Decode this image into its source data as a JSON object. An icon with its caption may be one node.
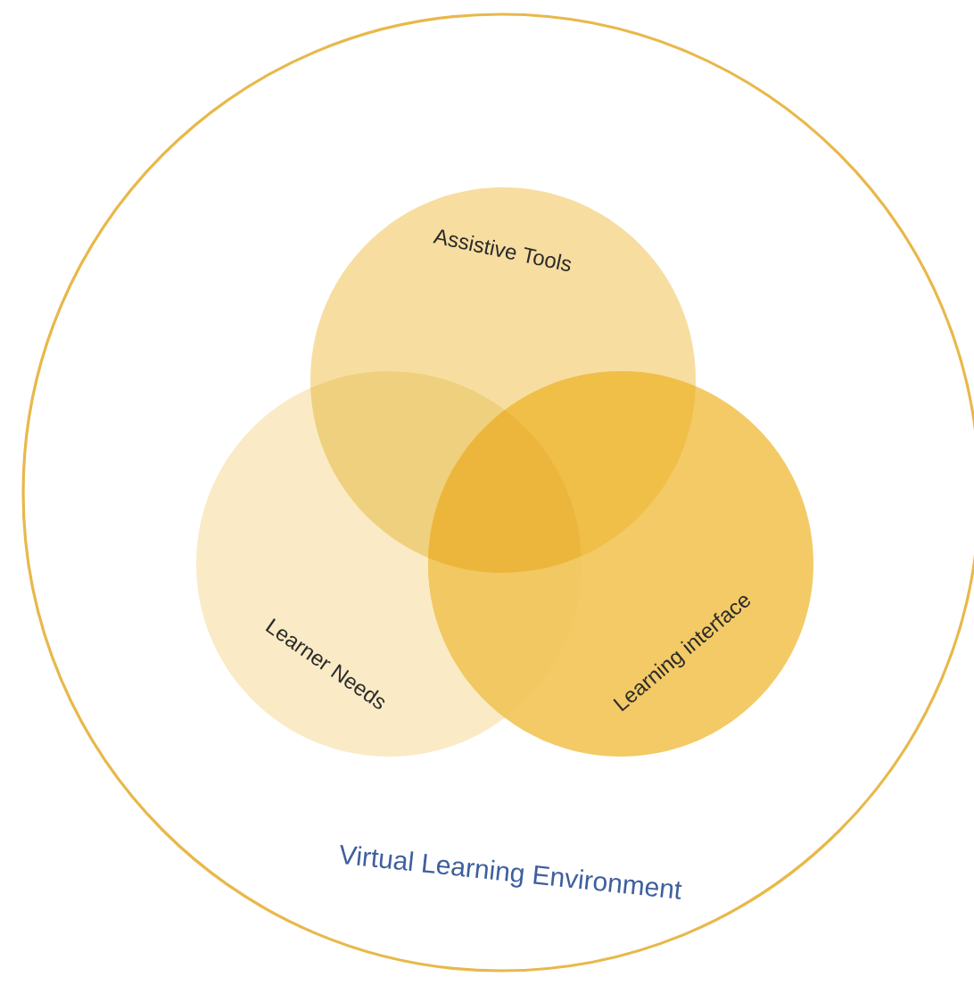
{
  "diagram": {
    "nodes": [
      {
        "text": [
          "Virtual Learning Environment"
        ]
      },
      {
        "text": [
          "Assistive Tools"
        ],
        "in": 0
      },
      {
        "text": [
          "Learner Needs"
        ],
        "in": 0
      },
      {
        "text": [
          "Learning interface"
        ],
        "in": 0
      }
    ]
  }
}
